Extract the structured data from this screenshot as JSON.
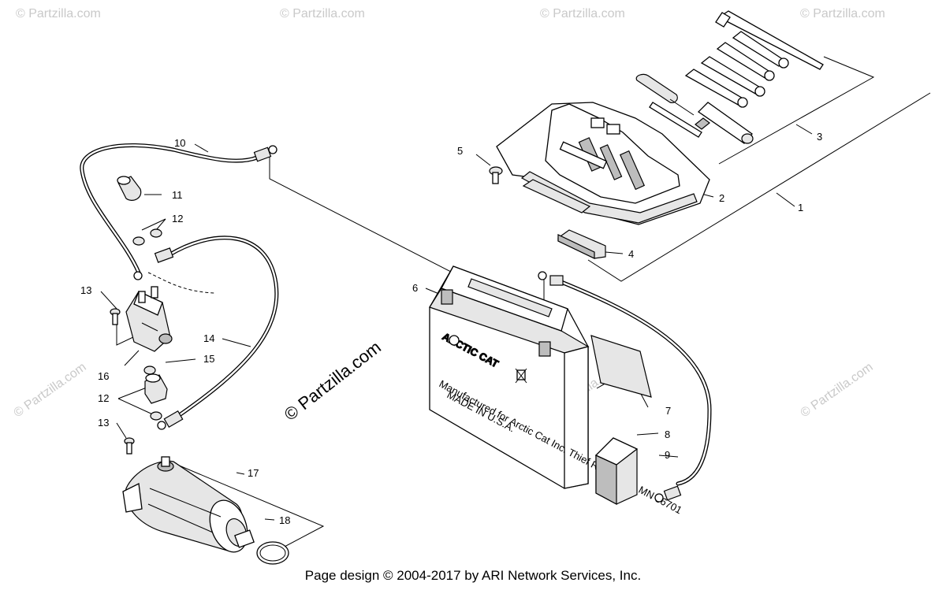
{
  "watermarks": {
    "center": "© Partzilla.com",
    "repeat": "© Partzilla.com"
  },
  "brand": {
    "battery_logo": "ARCTIC CAT",
    "battery_text_1": "Manufactured for Arctic Cat Inc. Thief River Falls, MN 56701",
    "battery_text_2": "MADE IN U.S.A."
  },
  "callouts": [
    "1",
    "2",
    "3",
    "4",
    "5",
    "6",
    "7",
    "8",
    "9",
    "10",
    "11",
    "12",
    "12",
    "13",
    "13",
    "14",
    "15",
    "16",
    "17",
    "18"
  ],
  "footer": "Page design © 2004-2017 by ARI Network Services, Inc."
}
